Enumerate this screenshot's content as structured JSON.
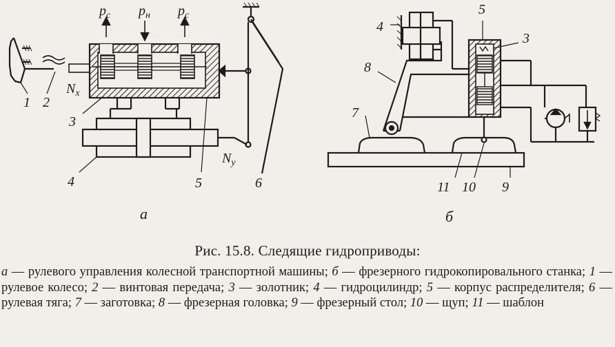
{
  "diagram_a": {
    "pressure_labels": [
      {
        "base": "p",
        "sub": "с"
      },
      {
        "base": "p",
        "sub": "н"
      },
      {
        "base": "p",
        "sub": "с"
      }
    ],
    "node_x": {
      "base": "N",
      "sub": "x"
    },
    "node_y": {
      "base": "N",
      "sub": "y"
    },
    "part_numbers": [
      "1",
      "2",
      "3",
      "4",
      "5",
      "6"
    ],
    "panel_label": "а"
  },
  "diagram_b": {
    "part_numbers": [
      "4",
      "5",
      "3",
      "8",
      "7",
      "11",
      "10",
      "9"
    ],
    "panel_label": "б"
  },
  "caption": "Рис. 15.8. Следящие гидроприводы:",
  "legend": [
    {
      "key": "а",
      "text": " — рулевого управления колесной транспортной машины; "
    },
    {
      "key": "б",
      "text": " — фрезерного гидрокопировального станка; "
    },
    {
      "key": "1",
      "text": " — рулевое колесо; "
    },
    {
      "key": "2",
      "text": " — винтовая передача; "
    },
    {
      "key": "3",
      "text": " — золотник; "
    },
    {
      "key": "4",
      "text": " — гидроцилиндр; "
    },
    {
      "key": "5",
      "text": " — корпус распределителя; "
    },
    {
      "key": "6",
      "text": " — рулевая тяга; "
    },
    {
      "key": "7",
      "text": " — заготовка; "
    },
    {
      "key": "8",
      "text": " — фрезерная головка; "
    },
    {
      "key": "9",
      "text": " — фрезерный стол; "
    },
    {
      "key": "10",
      "text": " — щуп; "
    },
    {
      "key": "11",
      "text": " — шаблон"
    }
  ]
}
